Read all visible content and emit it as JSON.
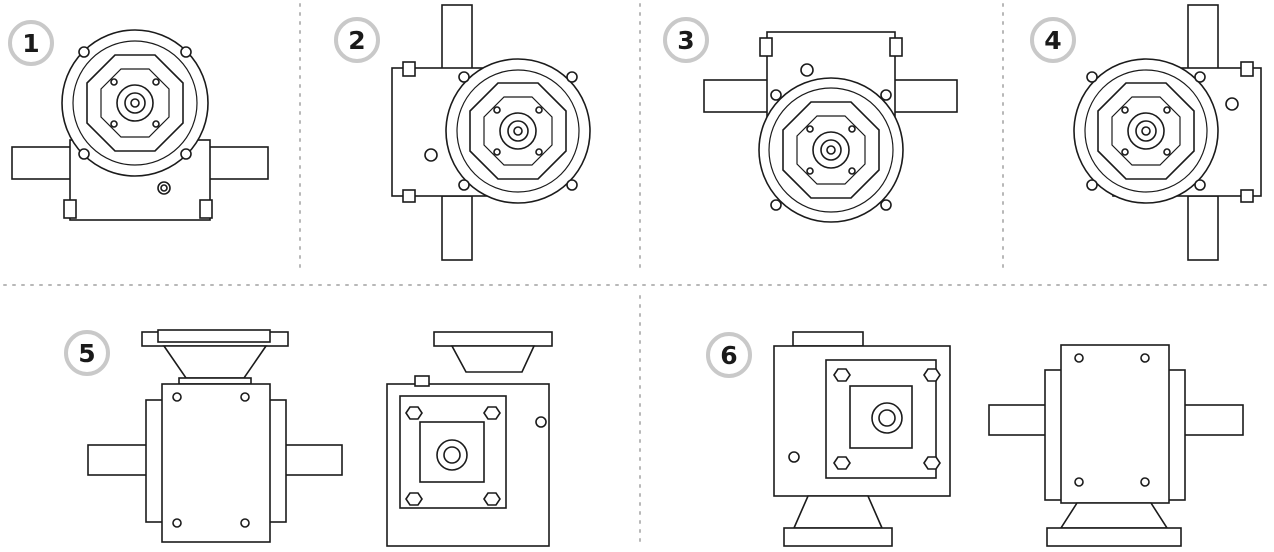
{
  "figure": {
    "panels": [
      {
        "number": "1"
      },
      {
        "number": "2"
      },
      {
        "number": "3"
      },
      {
        "number": "4"
      },
      {
        "number": "5"
      },
      {
        "number": "6"
      }
    ]
  }
}
